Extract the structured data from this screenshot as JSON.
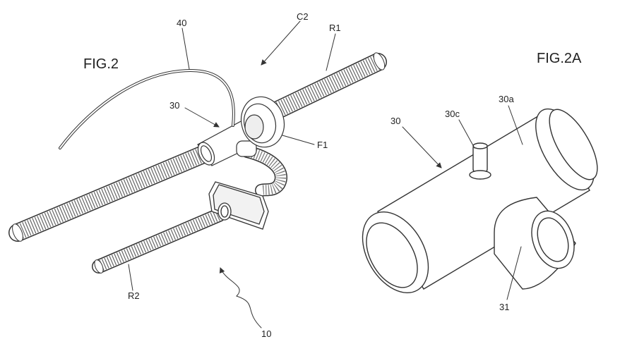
{
  "figure_2": {
    "title": "FIG.2",
    "labels": {
      "cable": "40",
      "arrow_c2": "C2",
      "hose_r1": "R1",
      "t_piece": "30",
      "filter": "F1",
      "hose_r2": "R2",
      "assembly": "10"
    }
  },
  "figure_2a": {
    "title": "FIG.2A",
    "labels": {
      "t_piece": "30",
      "port": "30c",
      "body": "30a",
      "branch": "31"
    }
  }
}
